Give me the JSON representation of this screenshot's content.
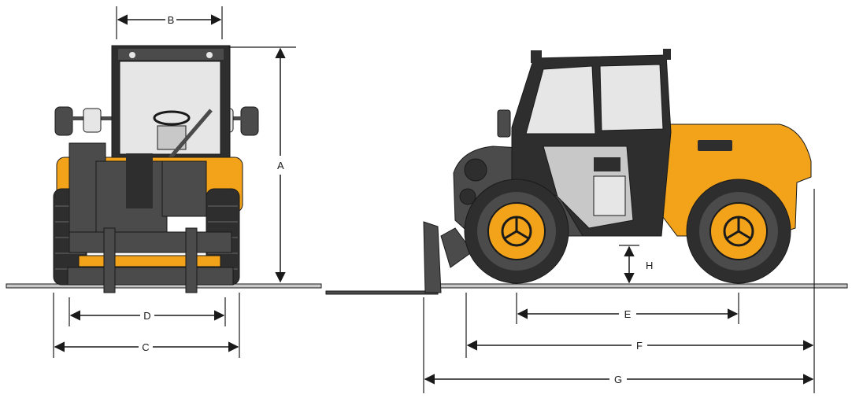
{
  "diagram": {
    "views": [
      "front-view",
      "side-view"
    ],
    "colors": {
      "body_orange": "#f2a31a",
      "body_dark": "#4b4b4b",
      "tyre": "#2e2e2e",
      "glass": "#e6e6e6",
      "line": "#1a1a1a"
    },
    "dimensions": {
      "A": "A",
      "B": "B",
      "C": "C",
      "D": "D",
      "E": "E",
      "F": "F",
      "G": "G",
      "H": "H"
    }
  }
}
